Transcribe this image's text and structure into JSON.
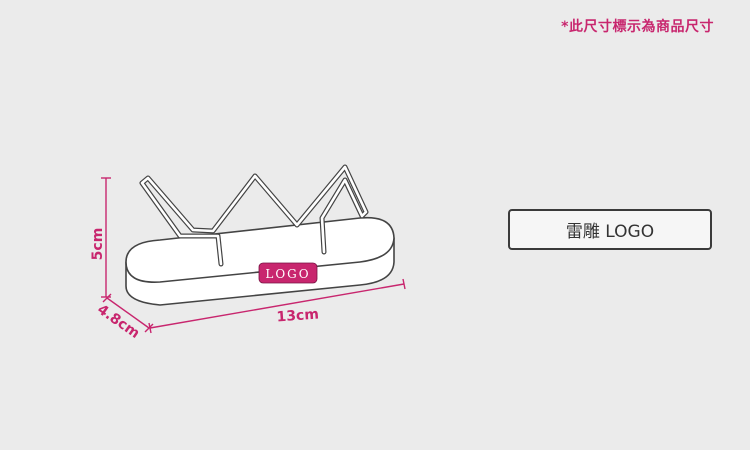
{
  "note": "*此尺寸標示為商品尺寸",
  "dimensions": {
    "height": "5cm",
    "depth": "4.8cm",
    "width": "13cm"
  },
  "product": {
    "logo_text": "LOGO"
  },
  "engraving_label": "雷雕 LOGO",
  "colors": {
    "accent": "#c8266e",
    "background": "#ebebeb",
    "outline": "#444444"
  }
}
